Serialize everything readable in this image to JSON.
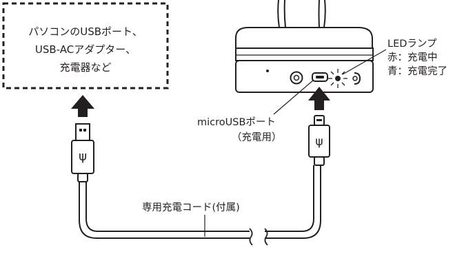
{
  "power_source": {
    "lines": [
      "パソコンのUSBポート、",
      "USB-ACアダプター、",
      "充電器など"
    ]
  },
  "led": {
    "title": "LEDランプ",
    "red": "赤：充電中",
    "blue": "青：充電完了"
  },
  "micro_usb": {
    "label": "microUSBポート",
    "sub": "（充電用）"
  },
  "cable": {
    "label": "専用充電コード(付属)"
  },
  "usb_symbol": "ψ",
  "colors": {
    "line": "#231f20",
    "device_fill": "#ffffff",
    "arrow": "#231f20"
  },
  "icons": [
    "usb-a-plug-icon",
    "micro-usb-plug-icon",
    "usb-symbol-icon",
    "up-arrow-icon",
    "led-glow-icon"
  ]
}
